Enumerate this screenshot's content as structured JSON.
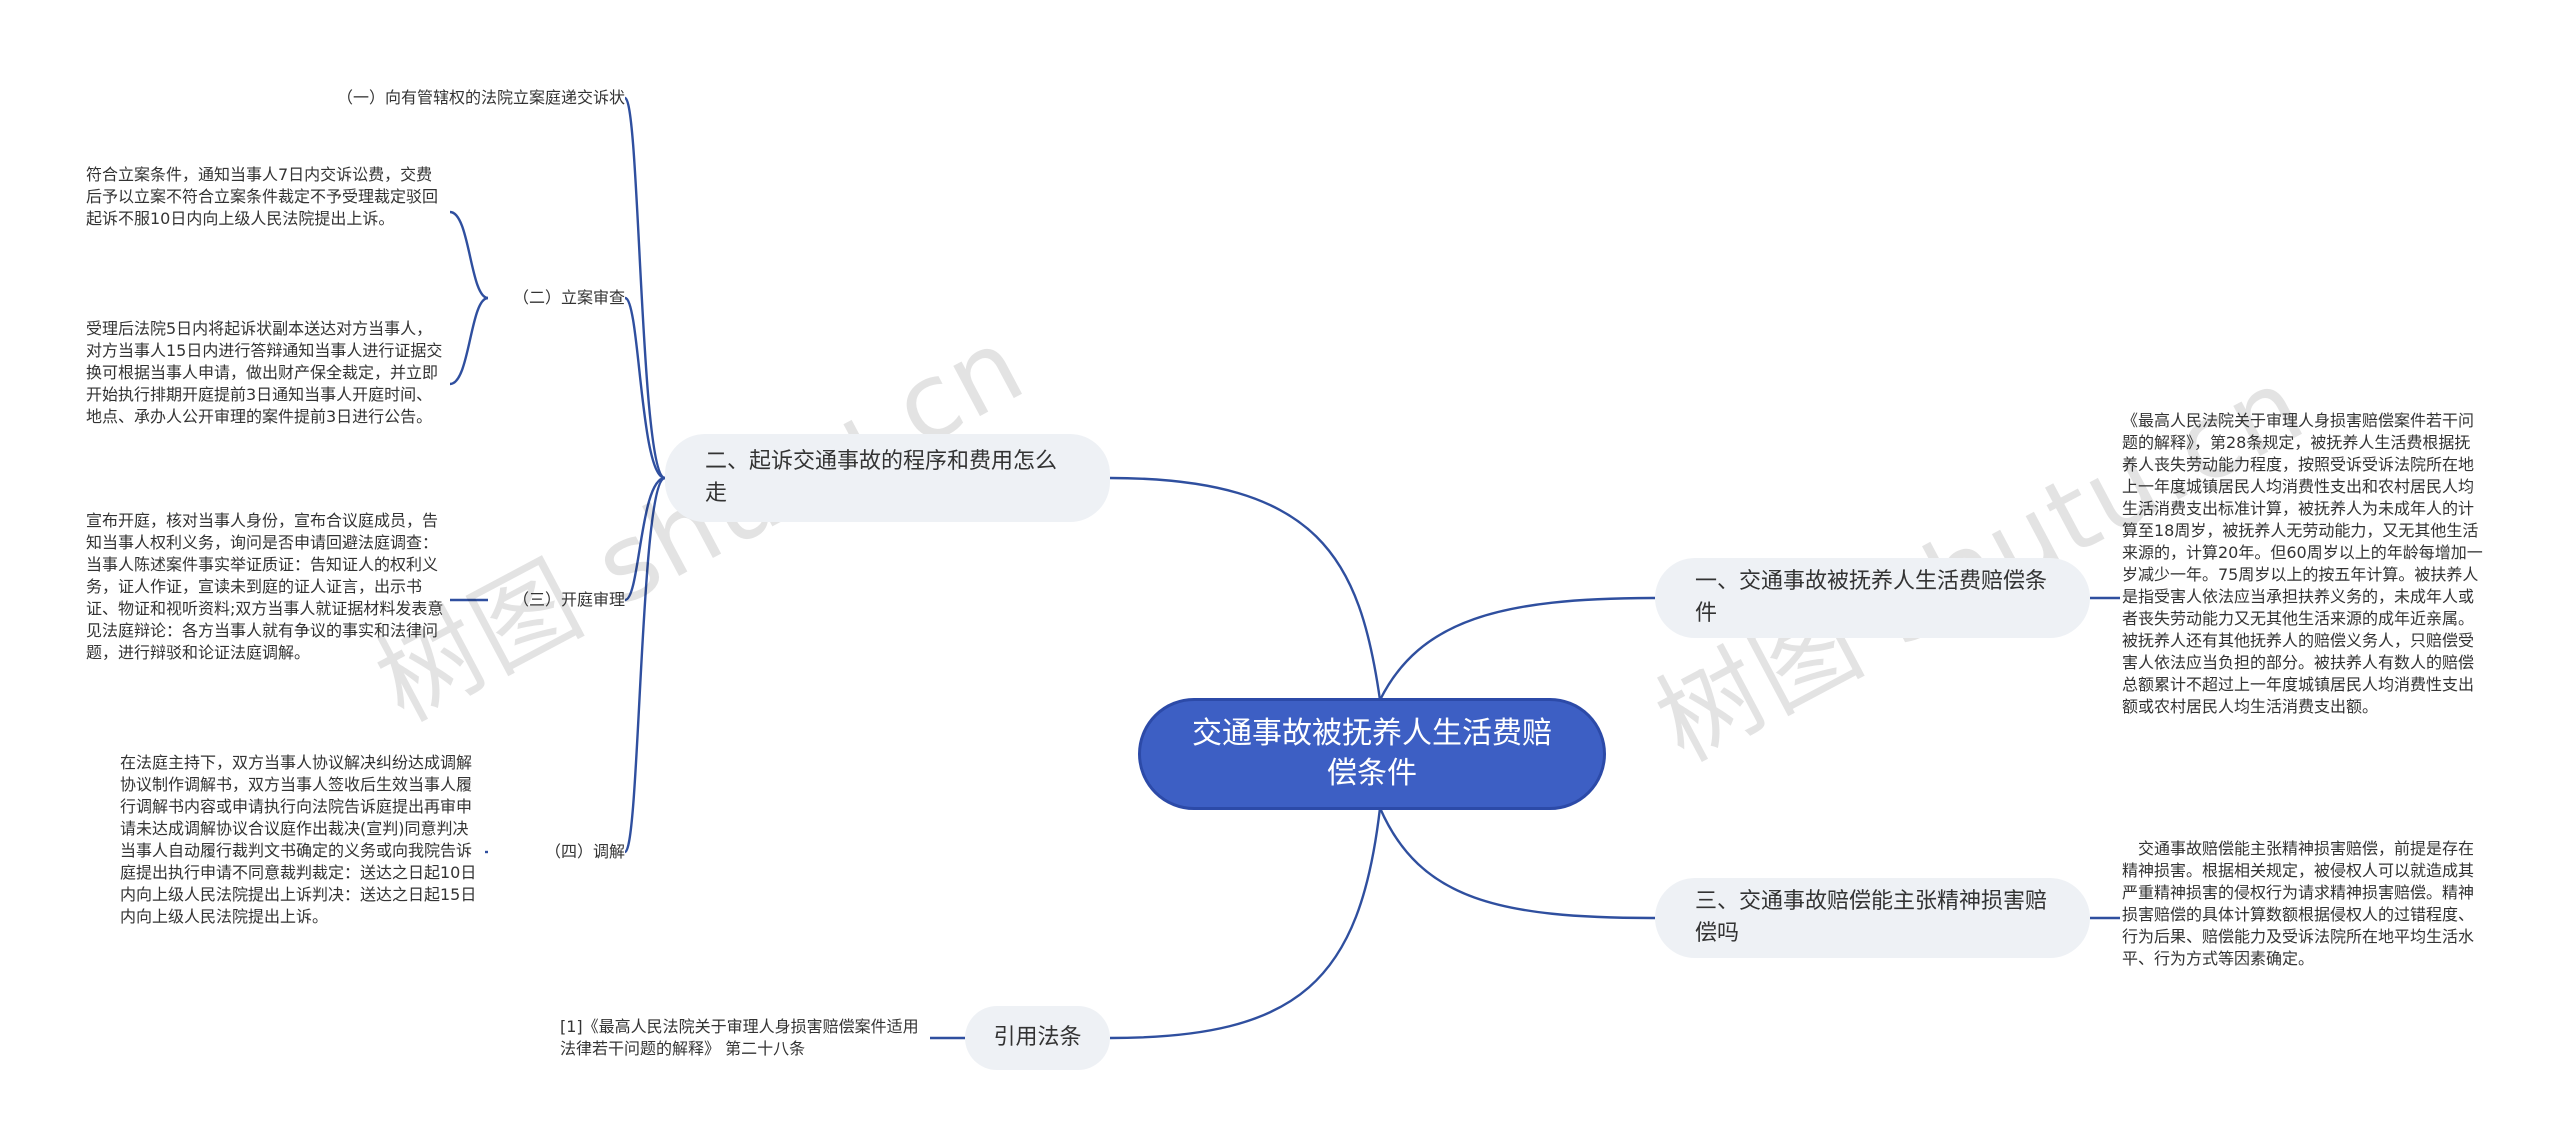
{
  "center": {
    "title": "交通事故被抚养人生活费赔偿条件"
  },
  "right": [
    {
      "topic": "一、交通事故被抚养人生活费赔偿条件",
      "text": "《最高人民法院关于审理人身损害赔偿案件若干问题的解释》，第28条规定，被抚养人生活费根据抚养人丧失劳动能力程度，按照受诉受诉法院所在地上一年度城镇居民人均消费性支出和农村居民人均生活消费支出标准计算，被抚养人为未成年人的计算至18周岁，被抚养人无劳动能力，又无其他生活来源的，计算20年。但60周岁以上的年龄每增加一岁减少一年。75周岁以上的按五年计算。被扶养人是指受害人依法应当承担扶养义务的，未成年人或者丧失劳动能力又无其他生活来源的成年近亲属。被抚养人还有其他抚养人的赔偿义务人，只赔偿受害人依法应当负担的部分。被扶养人有数人的赔偿总额累计不超过上一年度城镇居民人均消费性支出额或农村居民人均生活消费支出额。"
    },
    {
      "topic": "三、交通事故赔偿能主张精神损害赔偿吗",
      "text": "交通事故赔偿能主张精神损害赔偿，前提是存在精神损害。根据相关规定，被侵权人可以就造成其严重精神损害的侵权行为请求精神损害赔偿。精神损害赔偿的具体计算数额根据侵权人的过错程度、行为后果、赔偿能力及受诉法院所在地平均生活水平、行为方式等因素确定。"
    }
  ],
  "left": {
    "topic": "二、起诉交通事故的程序和费用怎么走",
    "steps": [
      {
        "label": "（一）向有管辖权的法院立案庭递交诉状"
      },
      {
        "label": "（二）立案审查",
        "details": [
          "符合立案条件，通知当事人7日内交诉讼费，交费后予以立案不符合立案条件裁定不予受理裁定驳回起诉不服10日内向上级人民法院提出上诉。",
          "受理后法院5日内将起诉状副本送达对方当事人，对方当事人15日内进行答辩通知当事人进行证据交换可根据当事人申请，做出财产保全裁定，并立即开始执行排期开庭提前3日通知当事人开庭时间、地点、承办人公开审理的案件提前3日进行公告。"
        ]
      },
      {
        "label": "（三）开庭审理",
        "details": [
          "宣布开庭，核对当事人身份，宣布合议庭成员，告知当事人权利义务，询问是否申请回避法庭调查：当事人陈述案件事实举证质证：告知证人的权利义务，证人作证，宣读未到庭的证人证言，出示书证、物证和视听资料;双方当事人就证据材料发表意见法庭辩论：各方当事人就有争议的事实和法律问题，进行辩驳和论证法庭调解。"
        ]
      },
      {
        "label": "（四）调解",
        "details": [
          "在法庭主持下，双方当事人协议解决纠纷达成调解协议制作调解书，双方当事人签收后生效当事人履行调解书内容或申请执行向法院告诉庭提出再审申请未达成调解协议合议庭作出裁决(宣判)同意判决当事人自动履行裁判文书确定的义务或向我院告诉庭提出执行申请不同意裁判裁定：送达之日起10日内向上级人民法院提出上诉判决：送达之日起15日内向上级人民法院提出上诉。"
        ]
      }
    ]
  },
  "citation": {
    "topic": "引用法条",
    "text": "[1]《最高人民法院关于审理人身损害赔偿案件适用法律若干问题的解释》 第二十八条"
  },
  "watermark": {
    "left": "树图 shutu.cn",
    "right": "树图 shutu.cn"
  }
}
